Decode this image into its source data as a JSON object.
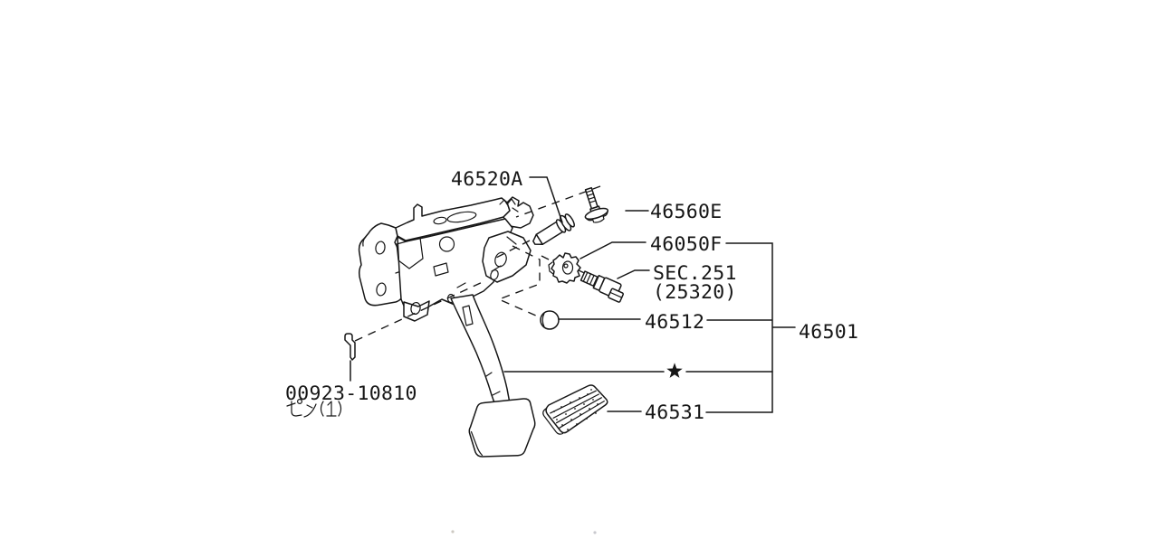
{
  "diagram": {
    "background_color": "#ffffff",
    "line_color": "#161616",
    "description": "Brake pedal and bracket assembly parts diagram",
    "parts": {
      "clevis_pin_label": "46520A",
      "stopper_bolt_label": "46560E",
      "stopper_nut_label": "46050F",
      "sec_ref_line1": "SEC.251",
      "sec_ref_line2": "(25320)",
      "plug_label": "46512",
      "assembly_label": "46501",
      "pin_part_number": "00923-10810",
      "pin_caption": "ピン( 1)",
      "pad_label": "46531",
      "star_marker": "★"
    }
  }
}
